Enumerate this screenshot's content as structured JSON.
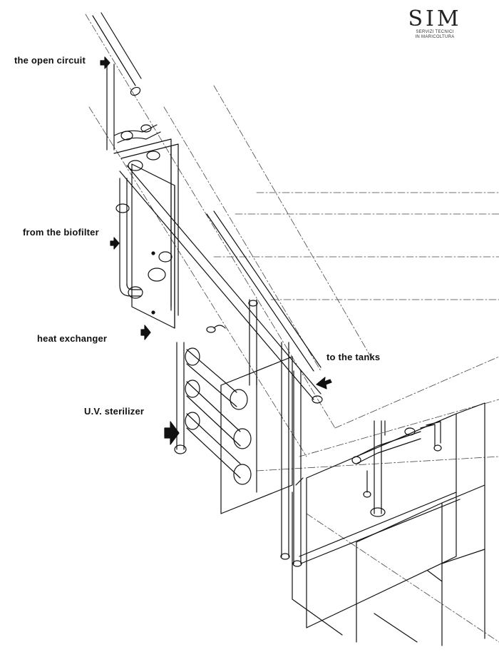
{
  "logo": {
    "mark": "SIM",
    "line1": "SERVIZI TECNICI",
    "line2": "IN MARICOLTURA"
  },
  "labels": {
    "open_circuit": "the open circuit",
    "biofilter": "from the biofilter",
    "heat_exchanger": "heat exchanger",
    "tanks": "to the tanks",
    "uv_sterilizer": "U.V. sterilizer"
  }
}
